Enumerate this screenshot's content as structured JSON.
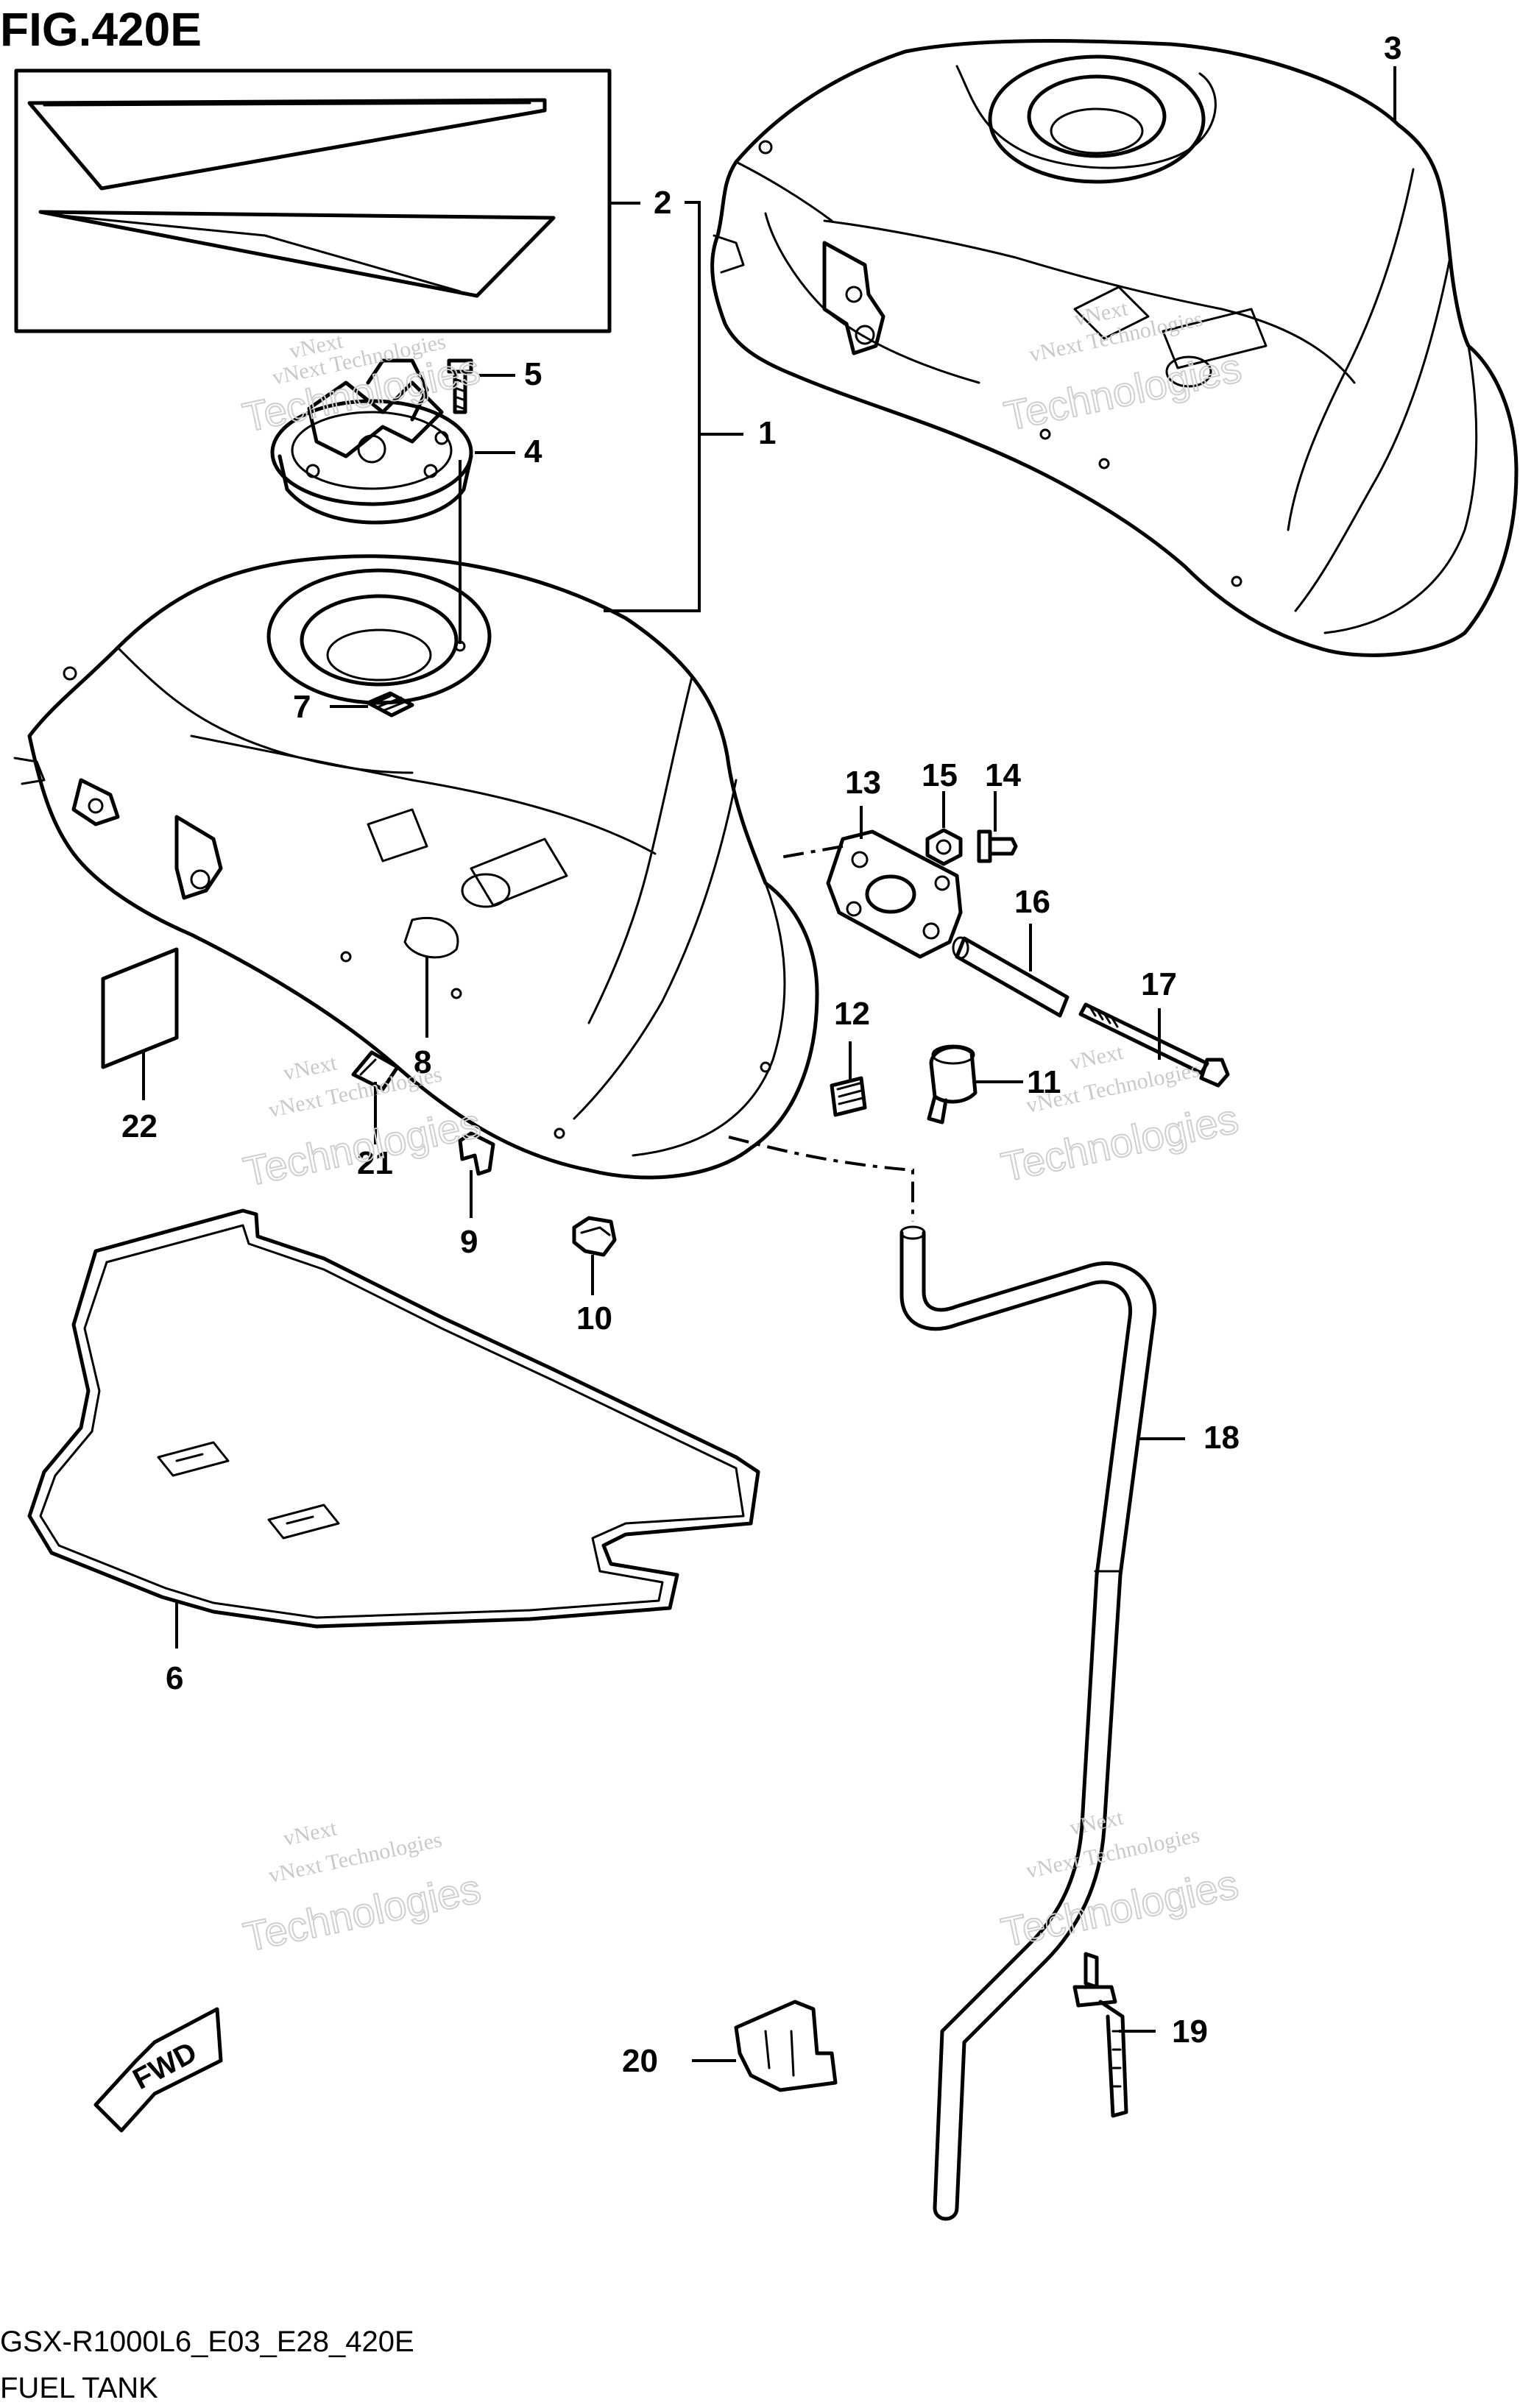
{
  "figure": {
    "title": "FIG.420E",
    "code": "GSX-R1000L6_E03_E28_420E",
    "caption": "FUEL TANK"
  },
  "direction_marker": "FWD",
  "watermark": {
    "brand_small": "vNext",
    "line": "vNext Technologies",
    "outline": "Technologies"
  },
  "callouts": {
    "c1": "1",
    "c2": "2",
    "c3": "3",
    "c4": "4",
    "c5": "5",
    "c6": "6",
    "c7": "7",
    "c8": "8",
    "c9": "9",
    "c10": "10",
    "c11": "11",
    "c12": "12",
    "c13": "13",
    "c14": "14",
    "c15": "15",
    "c16": "16",
    "c17": "17",
    "c18": "18",
    "c19": "19",
    "c20": "20",
    "c21": "21",
    "c22": "22"
  }
}
